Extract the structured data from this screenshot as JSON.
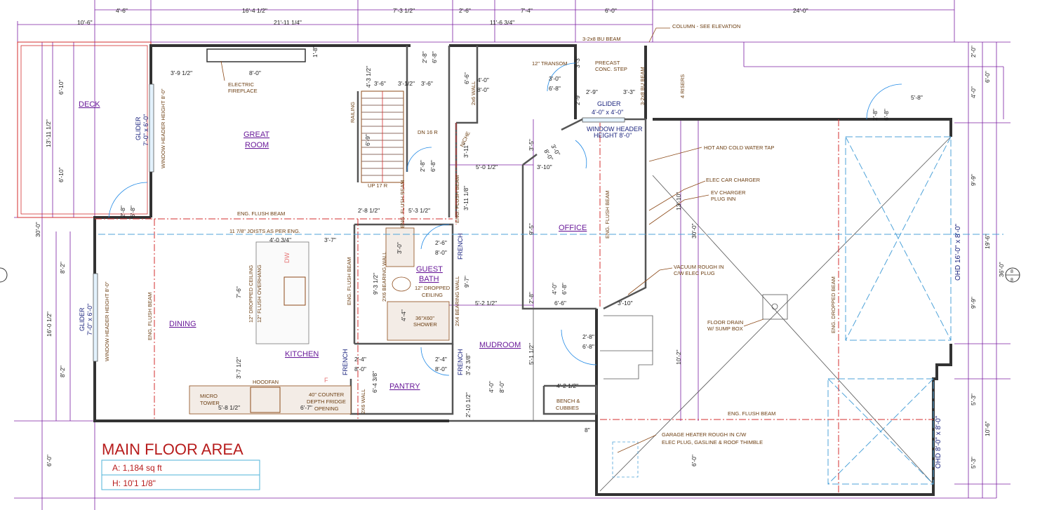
{
  "title": "MAIN FLOOR AREA",
  "area": {
    "a": "A: 1,184 sq ft",
    "h": "H: 10'1 1/8\""
  },
  "rooms": {
    "deck": "DECK",
    "great_room_1": "GREAT",
    "great_room_2": "ROOM",
    "dining": "DINING",
    "kitchen": "KITCHEN",
    "pantry": "PANTRY",
    "mudroom": "MUDROOM",
    "office": "OFFICE",
    "guest_bath_1": "GUEST",
    "guest_bath_2": "BATH"
  },
  "notes": {
    "electric_fireplace_1": "ELECTRIC",
    "electric_fireplace_2": "FIREPLACE",
    "column": "COLUMN - SEE ELEVATION",
    "beam_top": "3-2x8 BU BEAM",
    "precast_1": "PRECAST",
    "precast_2": "CONC. STEP",
    "transom": "12\" TRANSOM",
    "risers": "4 RISERS",
    "beam_side": "3-2x8 BU BEAM",
    "glider_office": "GLIDER",
    "glider_office_size": "4'-0\" x 4'-0\"",
    "window_header_office_1": "WINDOW HEADER",
    "window_header_office_2": "HEIGHT 8'-0\"",
    "hot_cold_tap": "HOT AND COLD WATER TAP",
    "elec_car_charger": "ELEC CAR CHARGER",
    "ev_charger_1": "EV CHARGER",
    "ev_charger_2": "PLUG INN",
    "vacuum_1": "VACUUM ROUGH IN",
    "vacuum_2": "C/W ELEC PLUG",
    "floor_drain_1": "FLOOR DRAIN",
    "floor_drain_2": "W/ SUMP BOX",
    "garage_heater_1": "GARAGE HEATER ROUGH IN C/W",
    "garage_heater_2": "ELEC PLUG, GASLINE & ROOF THIMBLE",
    "eng_flush_beam_mid": "ENG. FLUSH BEAM",
    "joists": "11 7/8\" JOISTS AS PER ENG.",
    "eng_flush_beam_garage": "ENG. FLUSH BEAM",
    "eng_flush_beam_dining": "ENG. FLUSH BEAM",
    "eng_flush_beam_kitchen": "ENG. FLUSH BEAM",
    "eng_flush_beam_office": "ENG. FLUSH BEAM",
    "eng_flush_beam_stair": "ENG. FLUSH BEAM",
    "eng_flush_beam_hall": "ENG. FLUSH BEAM",
    "eng_dropped_beam": "ENG. DROPPED BEAM",
    "dropped_ceiling_1": "12\" DROPPED CEILING",
    "dropped_ceiling_2": "12\" FLUSH OVERHANG",
    "bath_dropped_1": "12\" DROPPED",
    "bath_dropped_2": "CEILING",
    "shower_1": "36\"X60\"",
    "shower_2": "SHOWER",
    "hoodfan": "HOODFAN",
    "micro_1": "MICRO",
    "micro_2": "TOWER",
    "fridge_1": "40\" COUNTER",
    "fridge_2": "DEPTH FRIDGE",
    "fridge_3": "OPENING",
    "bench_1": "BENCH &",
    "bench_2": "CUBBIES",
    "dn16": "DN 16 R",
    "up17": "UP 17 R",
    "railing": "RAILING",
    "wall_2x6": "2x6 WALL",
    "wall_2x6_b": "2X6 WALL",
    "bearing_2x4": "2X4 BEARING WALL",
    "bearing_2x6": "2X6 BEARING WALL",
    "niche": "NICHE",
    "window_header_gr": "WINDOW HEADER HEIGHT 8'-0\"",
    "window_header_dining": "WINDOW HEADER HEIGHT 8'-0\"",
    "glider_gr": "GLIDER",
    "glider_gr_size": "7'-0\" x 6'-0\"",
    "glider_dining": "GLIDER",
    "glider_dining_size": "7'-0\" x 6'-0\"",
    "french_1": "FRENCH",
    "french_2": "FRENCH",
    "french_3": "FRENCH",
    "dw": "DW",
    "f": "F"
  },
  "ohd": {
    "top": "OHD 16'-0\" x 8'-0\"",
    "bottom": "OHD 8'-0\" x 8'-0\""
  },
  "dims_top": {
    "d1": "4'-6\"",
    "d2": "16'-4 1/2\"",
    "d3": "7'-3 1/2\"",
    "d4": "2'-6\"",
    "d5": "7'-4\"",
    "d6": "6'-0\"",
    "d7": "24'-0\"",
    "d8": "10'-6\"",
    "d9": "21'-11 1/4\"",
    "d10": "11'-6 3/4\""
  },
  "dims_inner": {
    "gr_a": "3'-9 1/2\"",
    "gr_b": "8'-0\"",
    "gr_c": "1'-8\"",
    "st_a": "4'-3 1/2\"",
    "st_b": "3'-6\"",
    "st_c": "3'-1/2\"",
    "st_d": "3'-6\"",
    "st_e": "6'-9\"",
    "st_f": "2'-8\"",
    "st_g": "6'-8\"",
    "st_h": "2'-8\"",
    "st_i": "6'-8\"",
    "wall_6": "6'-6\"",
    "closet_a": "4'-0\"",
    "closet_b": "8'-0\"",
    "tr_a": "3'-0\"",
    "tr_b": "6'-8\"",
    "tr_c": "3'-3\"",
    "of_a": "2'-9\"",
    "of_b": "3'-3\"",
    "of_c": "2'-9\"",
    "of_d": "3'-5\"",
    "of_e": "3'-0\"",
    "of_f": "8'-0\"",
    "of_g": "3'-10\"",
    "of_h": "9'-5\"",
    "of_i": "4'-0\"",
    "of_j": "6'-8\"",
    "of_k": "6'-6\"",
    "of_l": "2'-8\"",
    "hall_a": "5'-0 1/2\"",
    "hall_b": "3'-11\"",
    "hall_c": "3'-11 1/8\"",
    "deck_a": "6'-10\"",
    "deck_b": "13'-11 1/2\"",
    "deck_c": "6'-10\"",
    "door_gr_a": "2'-8\"",
    "door_gr_b": "6'-8\"",
    "left_a": "30'-0\"",
    "left_b": "8'-2\"",
    "left_c": "16'-0 1/2\"",
    "left_d": "8'-2\"",
    "left_e": "6'-0\"",
    "bath_a": "2'-8 1/2\"",
    "bath_b": "5'-3 1/2\"",
    "bath_c": "3'-0\"",
    "bath_d": "2'-6\"",
    "bath_e": "8'-0\"",
    "bath_f": "9'-3 1/2\"",
    "bath_g": "4'-4\"",
    "bath_h": "9'-7\"",
    "isl_a": "4'-0 3/4\"",
    "isl_b": "3'-7\"",
    "isl_c": "7'-6\"",
    "k_a": "3'-7 1/2\"",
    "k_b": "5'-8 1/2\"",
    "k_c": "6'-7\"",
    "p_a": "2'-4\"",
    "p_b": "8'-0\"",
    "p_c": "6'-4 3/8\"",
    "p_d": "2'-4\"",
    "p_e": "8'-0\"",
    "p_f": "3'-2 3/8\"",
    "p_g": "2'-10 1/2\"",
    "m_a": "5'-2 1/2\"",
    "m_b": "2'-8\"",
    "m_c": "6'-8\"",
    "m_d": "5'-1 1/2\"",
    "m_e": "4'-0\"",
    "m_f": "8'-0\"",
    "m_g": "4'-2 1/2\"",
    "m_h": "3'-10\"",
    "m_i": "8\"",
    "g_a": "13'-10\"",
    "g_b": "30'-0\"",
    "g_c": "10'-2\"",
    "g_d": "6'-0\"",
    "r_a": "2'-8\"",
    "r_b": "6'-8\"",
    "r_c": "5'-8\"",
    "r_d": "2'-0\"",
    "r_e": "6'-0\"",
    "r_f": "4'-0\"",
    "r_g": "9'-9\"",
    "r_h": "19'-6\"",
    "r_i": "36'-0\"",
    "r_j": "9'-9\"",
    "r_k": "5'-3\"",
    "r_l": "10'-6\"",
    "r_m": "5'-3\""
  },
  "section_marker": {
    "num": "8",
    "letter": "8"
  }
}
